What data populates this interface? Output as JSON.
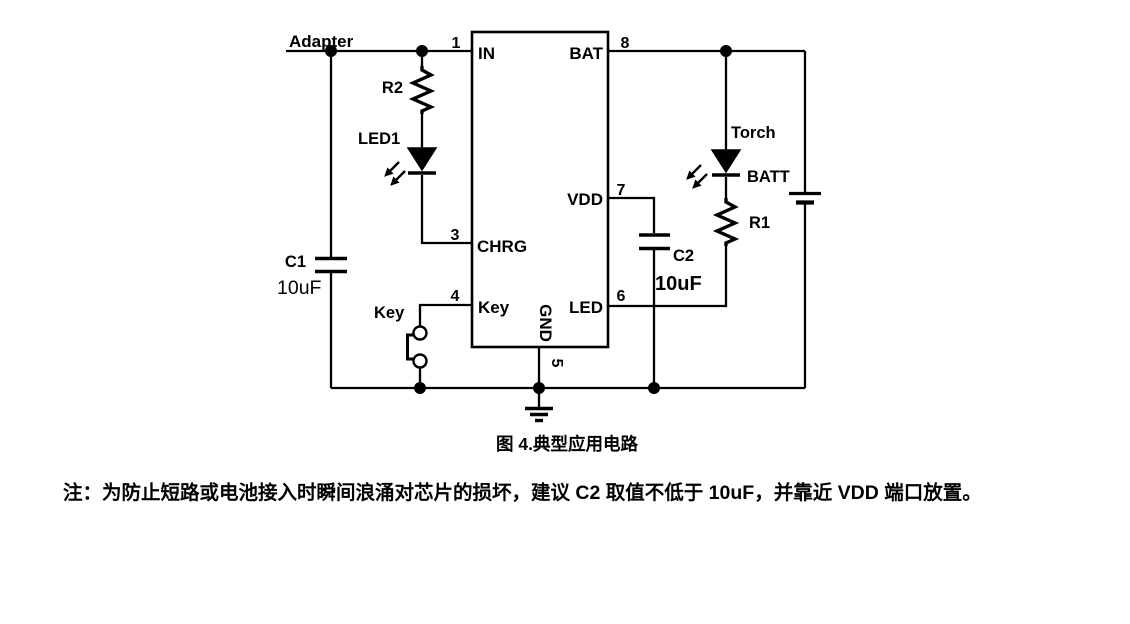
{
  "schematic": {
    "labels": {
      "adapter": "Adapter",
      "r2": "R2",
      "led1": "LED1",
      "c1_name": "C1",
      "c1_value": "10uF",
      "key_switch": "Key",
      "torch": "Torch",
      "batt": "BATT",
      "r1": "R1",
      "c2_name": "C2",
      "c2_value": "10uF"
    },
    "ic": {
      "pin1_num": "1",
      "pin1_name": "IN",
      "pin8_num": "8",
      "pin8_name": "BAT",
      "pin7_num": "7",
      "pin7_name": "VDD",
      "pin6_num": "6",
      "pin6_name": "LED",
      "pin3_num": "3",
      "pin3_name": "CHRG",
      "pin4_num": "4",
      "pin4_name": "Key",
      "pin5_num": "5",
      "pin5_name": "GND"
    },
    "colors": {
      "ink": "#000000",
      "background": "#ffffff"
    }
  },
  "caption": "图 4.典型应用电路",
  "note": "注：为防止短路或电池接入时瞬间浪涌对芯片的损坏，建议 C2 取值不低于 10uF，并靠近 VDD 端口放置。"
}
